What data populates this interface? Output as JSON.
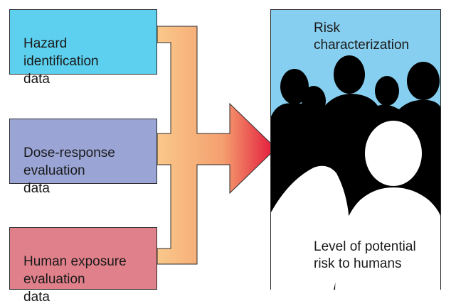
{
  "inputs": {
    "hazard": {
      "label": "Hazard\nidentification\ndata",
      "color": "#5cd0ee"
    },
    "dose": {
      "label": "Dose-response\nevaluation\ndata",
      "color": "#9aa5d6"
    },
    "exposure": {
      "label": "Human exposure\nevaluation\ndata",
      "color": "#e0808a"
    }
  },
  "output": {
    "title": "Risk\ncharacterization",
    "result": "Level of potential\nrisk to humans",
    "sky_color": "#87cff0",
    "silhouette_color": "#000000"
  },
  "arrow": {
    "gradient_start": "#f9c88a",
    "gradient_mid": "#f5a06f",
    "gradient_end": "#e2163a"
  }
}
